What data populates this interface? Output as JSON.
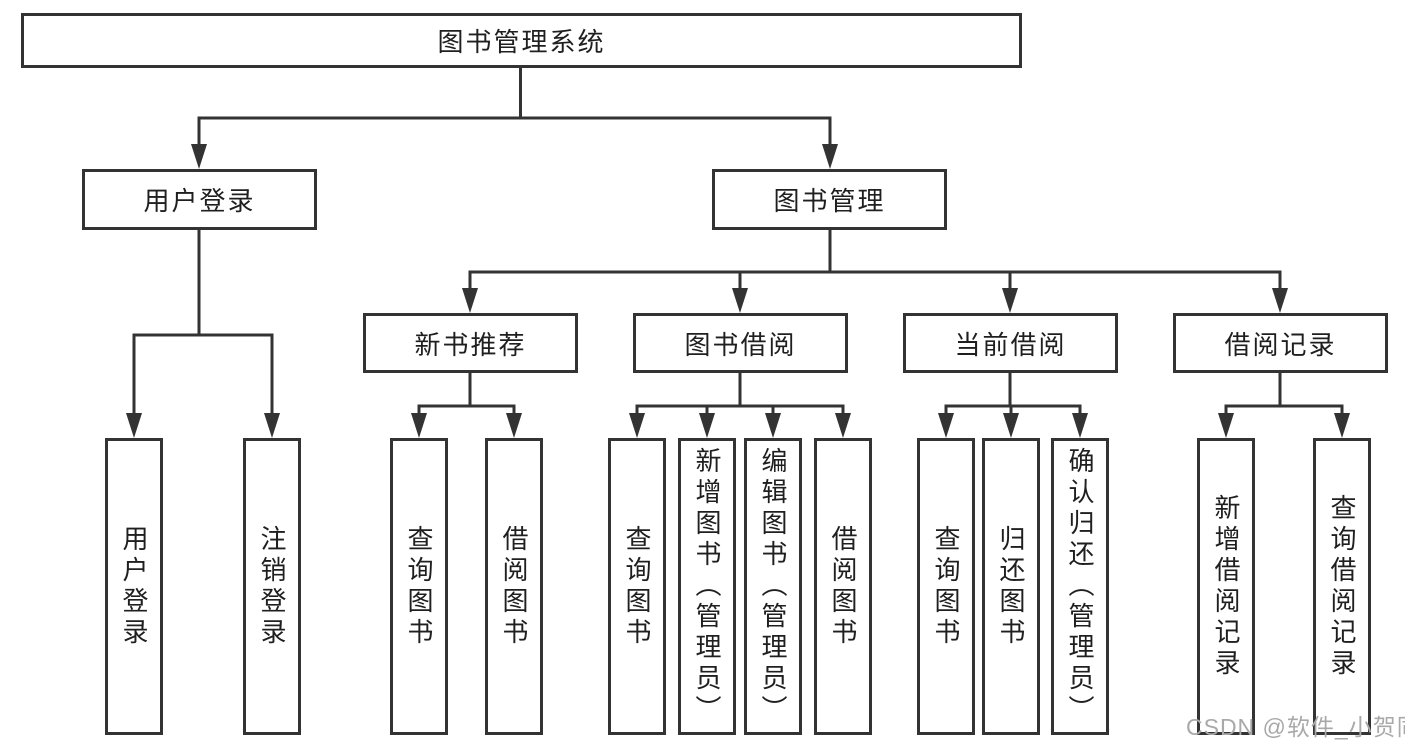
{
  "tree": {
    "root": {
      "label": "图书管理系统"
    },
    "branches": [
      {
        "label": "用户登录",
        "children": [
          {
            "label": "用户登录"
          },
          {
            "label": "注销登录"
          }
        ]
      },
      {
        "label": "图书管理",
        "children": [
          {
            "label": "新书推荐",
            "children": [
              {
                "label": "查询图书"
              },
              {
                "label": "借阅图书"
              }
            ]
          },
          {
            "label": "图书借阅",
            "children": [
              {
                "label": "查询图书"
              },
              {
                "label": "新增图书（管理员）"
              },
              {
                "label": "编辑图书（管理员）"
              },
              {
                "label": "借阅图书"
              }
            ]
          },
          {
            "label": "当前借阅",
            "children": [
              {
                "label": "查询图书"
              },
              {
                "label": "归还图书"
              },
              {
                "label": "确认归还（管理员）"
              }
            ]
          },
          {
            "label": "借阅记录",
            "children": [
              {
                "label": "新增借阅记录"
              },
              {
                "label": "查询借阅记录"
              }
            ]
          }
        ]
      }
    ]
  },
  "watermark": {
    "text": "CSDN @软件_小贺同学"
  },
  "colors": {
    "line": "#333333",
    "text": "#1f1f1f",
    "box_background": "#ffffff",
    "watermark": "#a9a9a9",
    "background": "#ffffff"
  }
}
